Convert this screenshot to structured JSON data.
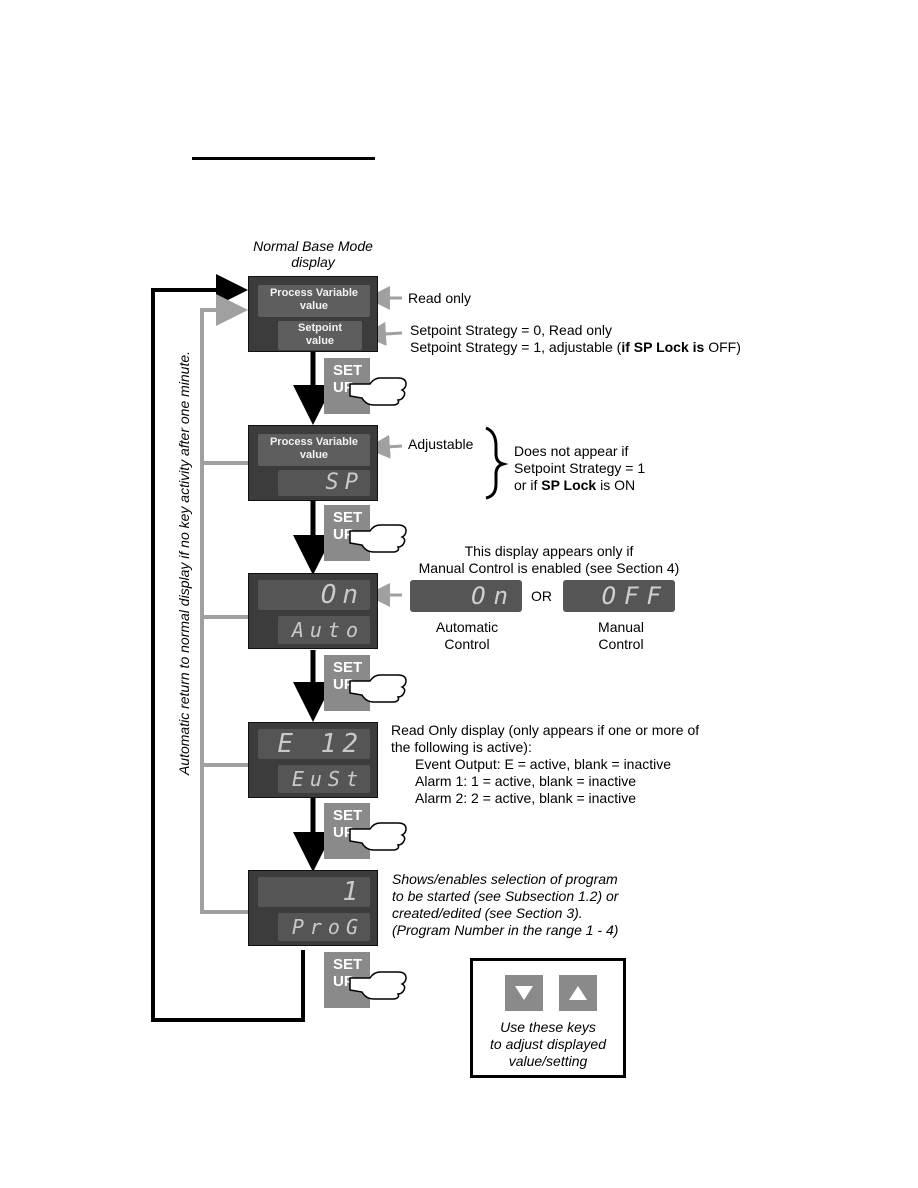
{
  "caption_top": [
    "Normal Base Mode",
    "display"
  ],
  "panel1": {
    "top_label": [
      "Process Variable",
      "value"
    ],
    "bottom_label": [
      "Setpoint",
      "value"
    ]
  },
  "panel2": {
    "top_label": [
      "Process Variable",
      "value"
    ],
    "bottom_value": "SP"
  },
  "panel3": {
    "top_value": "On",
    "bottom_value": "Auto"
  },
  "panel4": {
    "top_value": "E 12",
    "bottom_value": "EuSt"
  },
  "panel5": {
    "top_value": "1",
    "bottom_value": "ProG"
  },
  "setkey": {
    "line1": "SET",
    "line2": "UP"
  },
  "notes": {
    "read_only": "Read only",
    "setpoint_strategy_0": "Setpoint Strategy = 0, Read only",
    "setpoint_strategy_1_pre": "Setpoint Strategy = 1, adjustable (",
    "setpoint_strategy_1_if": "if",
    "setpoint_strategy_1_splock": "SP Lock",
    "setpoint_strategy_1_is": "is",
    "setpoint_strategy_1_post": "OFF)",
    "adjustable": "Adjustable",
    "not_appear_1": "Does not appear if",
    "not_appear_2": "Setpoint Strategy = 1",
    "not_appear_3_pre": "or if",
    "not_appear_3_splock": "SP Lock",
    "not_appear_3_post": "is ON",
    "manual_1": "This display appears only if",
    "manual_2": "Manual Control is enabled (see Section 4)",
    "or": "OR",
    "auto_display": "On",
    "manual_display": "OFF",
    "automatic_control": [
      "Automatic",
      "Control"
    ],
    "manual_control": [
      "Manual",
      "Control"
    ],
    "event_1": "Read Only display (only appears if one or more of",
    "event_2": "the following is active):",
    "event_3": "Event Output: E = active, blank = inactive",
    "event_4": "Alarm 1: 1 = active, blank = inactive",
    "event_5": "Alarm 2: 2 = active, blank = inactive",
    "prog_1": "Shows/enables selection of program",
    "prog_2": "to be started (see Subsection 1.2) or",
    "prog_3": "created/edited (see Section 3).",
    "prog_4": "(Program Number in the range 1 - 4)"
  },
  "side_text": "Automatic return to normal display if no key activity after one minute.",
  "keybox_text": [
    "Use these keys",
    "to adjust displayed",
    "value/setting"
  ],
  "colors": {
    "panel": "#3c3c3c",
    "display": "#5e5e5e",
    "key": "#8a8a8a",
    "gray_line": "#a0a0a0"
  }
}
